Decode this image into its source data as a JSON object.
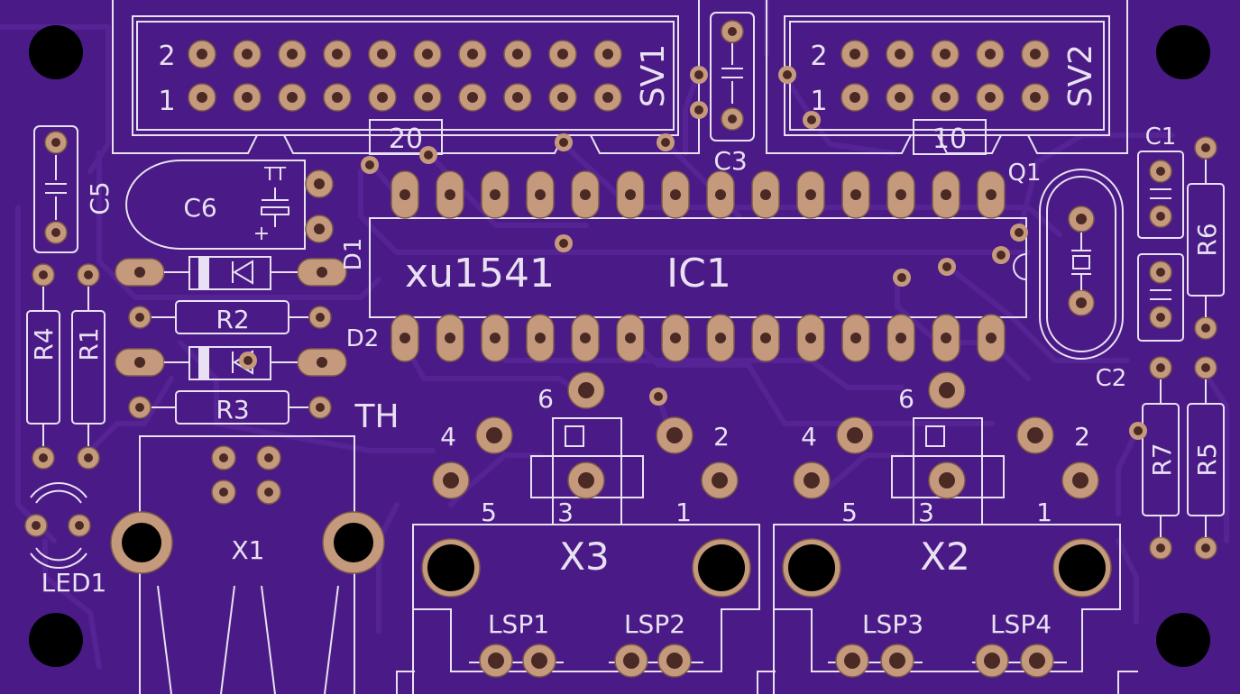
{
  "board": {
    "colors": {
      "substrate": "#4a1b86",
      "trace": "#552394",
      "silkscreen": "#e9e1f3",
      "copper": "#c59a7c",
      "drill": "#4b2a25"
    },
    "labels": {
      "sv1": "SV1",
      "sv1_pin_odd": "1",
      "sv1_pin_even": "2",
      "sv1_pins": "20",
      "sv2": "SV2",
      "sv2_pin_odd": "1",
      "sv2_pin_even": "2",
      "sv2_pins": "10",
      "c1": "C1",
      "c2": "C2",
      "c3": "C3",
      "c5": "C5",
      "c6": "C6",
      "c6_tt": "TT",
      "c6_plus": "+",
      "q1": "Q1",
      "d1": "D1",
      "d2": "D2",
      "ic1": "IC1",
      "ic1_value": "xu1541",
      "r1": "R1",
      "r2": "R2",
      "r3": "R3",
      "r4": "R4",
      "r5": "R5",
      "r6": "R6",
      "r7": "R7",
      "th": "TH",
      "led1": "LED1",
      "x1": "X1",
      "x2": "X2",
      "x3": "X3",
      "x3_pin1": "1",
      "x3_pin2": "2",
      "x3_pin3": "3",
      "x3_pin4": "4",
      "x3_pin5": "5",
      "x3_pin6": "6",
      "x2_pin1": "1",
      "x2_pin2": "2",
      "x2_pin3": "3",
      "x2_pin4": "4",
      "x2_pin5": "5",
      "x2_pin6": "6",
      "lsp1": "LSP1",
      "lsp2": "LSP2",
      "lsp3": "LSP3",
      "lsp4": "LSP4"
    }
  }
}
